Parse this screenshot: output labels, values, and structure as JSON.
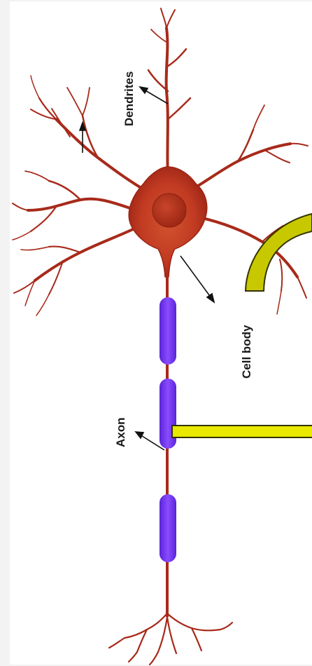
{
  "labels": {
    "dendrites": "Dendrites",
    "cell_body": "Cell body",
    "axon": "Axon"
  },
  "colors": {
    "neuron": "#a72a1a",
    "soma": "#c43c24",
    "nucleus": "#b33018",
    "myelin": "#7f3cff",
    "highlight_fill": "#e8e800",
    "curve_fill": "#c8c800",
    "outline": "#333300"
  }
}
